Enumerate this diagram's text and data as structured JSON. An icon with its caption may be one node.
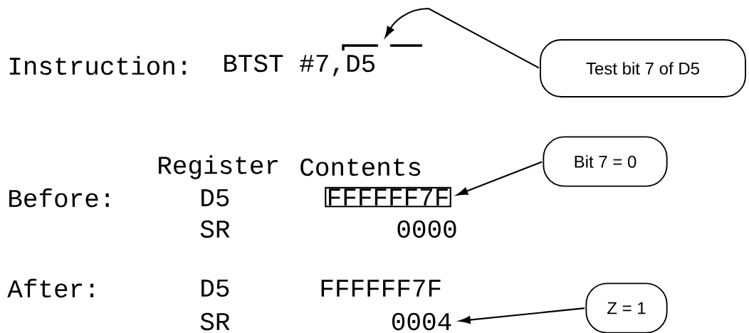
{
  "diagram": {
    "nodes": [
      {
        "text": [],
        "shape": "bar"
      },
      {
        "text": [
          "Test bit 7 of D5"
        ]
      },
      {
        "text": [
          "FFFFFF7F"
        ]
      },
      {
        "text": [
          "Bit 7 = 0"
        ]
      },
      {
        "text": [
          "0004"
        ]
      },
      {
        "text": [
          "Z = 1"
        ]
      }
    ],
    "edges": [
      {
        "from": 1,
        "to": 0,
        "arrow": "to"
      },
      {
        "from": 3,
        "to": 2,
        "arrow": "to"
      },
      {
        "from": 5,
        "to": 4,
        "arrow": "to"
      }
    ],
    "labels": [
      "Instruction:",
      "BTST #7,D5",
      "Register",
      "Contents",
      "Before:",
      "D5",
      "SR",
      "0000",
      "After:",
      "D5",
      "FFFFFF7F",
      "SR"
    ]
  }
}
